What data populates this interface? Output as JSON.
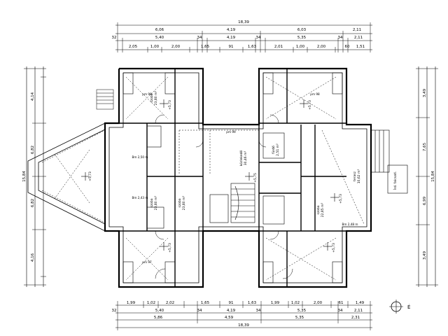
{
  "dimensions": {
    "top_total": "18,39",
    "top_row1": [
      "6,06",
      "4,19",
      "6,03",
      "2,11"
    ],
    "top_row2": [
      "32",
      "5,40",
      "34",
      "4,19",
      "34",
      "5,35",
      "34",
      "2,11"
    ],
    "top_row3": [
      "2,05",
      "1,00",
      "2,00",
      "1,65",
      "91",
      "1,63",
      "2,01",
      "1,00",
      "2,00",
      "60",
      "1,51"
    ],
    "bottom_row1": [
      "1,99",
      "1,02",
      "2,02",
      "1,65",
      "91",
      "1,63",
      "1,99",
      "1,02",
      "2,00",
      "61",
      "1,49"
    ],
    "bottom_row2": [
      "32",
      "5,40",
      "34",
      "4,19",
      "34",
      "5,35",
      "34",
      "2,11"
    ],
    "bottom_row3": [
      "5,86",
      "4,59",
      "5,35",
      "2,31"
    ],
    "bottom_total": "18,39",
    "left_outer": "15,84",
    "left_inner": [
      "4,14",
      "6,82",
      "6,82",
      "4,16"
    ],
    "right_outer": "15,84",
    "right_inner": [
      "3,49",
      "7,65",
      "6,99",
      "3,49"
    ]
  },
  "rooms": [
    {
      "name": "szoba",
      "area": "23,80 m²"
    },
    {
      "name": "szoba",
      "area": "23,80 m²"
    },
    {
      "name": "szoba",
      "area": "23,80 m²"
    },
    {
      "name": "szoba",
      "area": "22,85 m²"
    },
    {
      "name": "közlekedő",
      "area": "30,46 m²"
    },
    {
      "name": "terasz",
      "area": "10,62 m²"
    },
    {
      "name": "fürdő",
      "area": "2,51 m²"
    }
  ],
  "levels": [
    "+5,73",
    "+5,73",
    "+5,73",
    "+5,73",
    "+5,73",
    "+5,75",
    "+5,73"
  ],
  "annotations": [
    "Bm 2,50 m",
    "pm 99",
    "pm 96",
    "pm 97",
    "pm 98",
    "Bm 2,43 m",
    "Bm 2,48 m"
  ],
  "side_label": "Írd. falcsatl.",
  "north_label": "É"
}
